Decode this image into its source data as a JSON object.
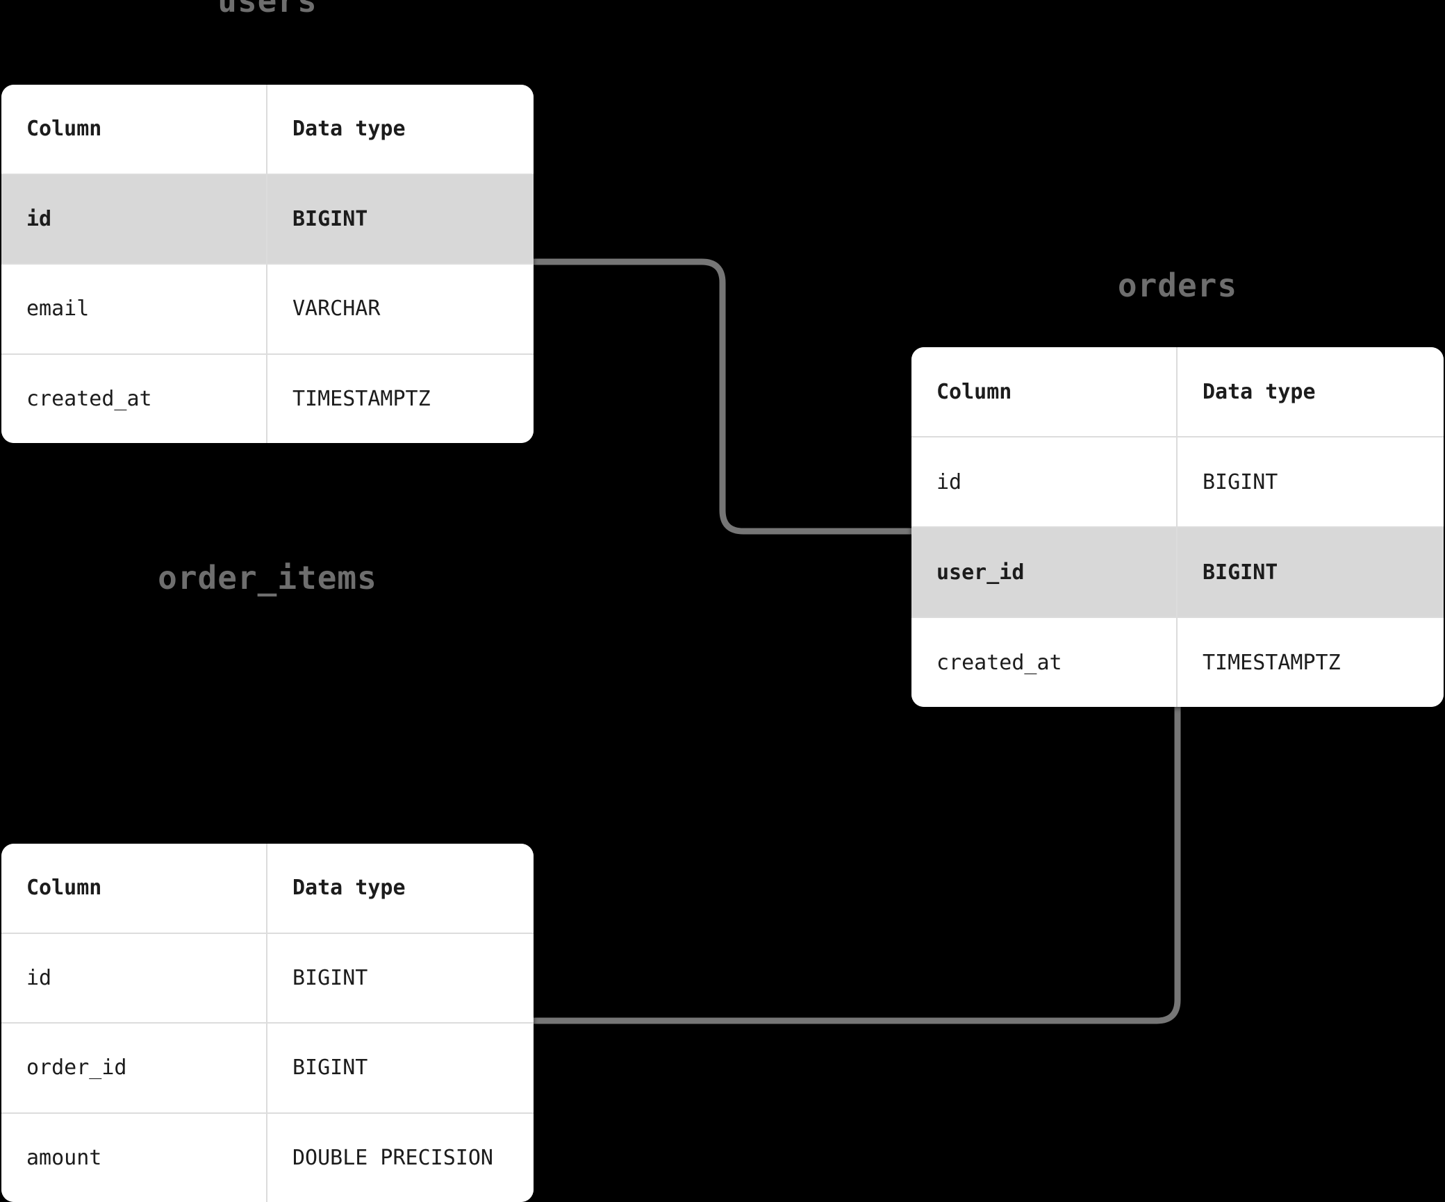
{
  "theme": {
    "background": "#000000",
    "card_background": "#ffffff",
    "highlight_row": "#d8d8d8",
    "border": "#dcdcdc",
    "title_color": "#6e6e6e",
    "text_color": "#1c1c1c",
    "edge_color": "#767676"
  },
  "diagram": {
    "type": "er-diagram",
    "headers": {
      "column": "Column",
      "data_type": "Data type"
    },
    "tables": [
      {
        "id": "users",
        "title": "users",
        "rows": [
          {
            "column": "id",
            "type": "BIGINT",
            "highlight": true
          },
          {
            "column": "email",
            "type": "VARCHAR",
            "highlight": false
          },
          {
            "column": "created_at",
            "type": "TIMESTAMPTZ",
            "highlight": false
          }
        ]
      },
      {
        "id": "orders",
        "title": "orders",
        "rows": [
          {
            "column": "id",
            "type": "BIGINT",
            "highlight": false
          },
          {
            "column": "user_id",
            "type": "BIGINT",
            "highlight": true
          },
          {
            "column": "created_at",
            "type": "TIMESTAMPTZ",
            "highlight": false
          }
        ]
      },
      {
        "id": "order_items",
        "title": "order_items",
        "rows": [
          {
            "column": "id",
            "type": "BIGINT",
            "highlight": false
          },
          {
            "column": "order_id",
            "type": "BIGINT",
            "highlight": false
          },
          {
            "column": "amount",
            "type": "DOUBLE PRECISION",
            "highlight": false
          }
        ]
      }
    ],
    "relationships": [
      {
        "from": "users.id",
        "to": "orders.user_id"
      },
      {
        "from": "orders.created_at",
        "to": "order_items.id"
      }
    ]
  }
}
